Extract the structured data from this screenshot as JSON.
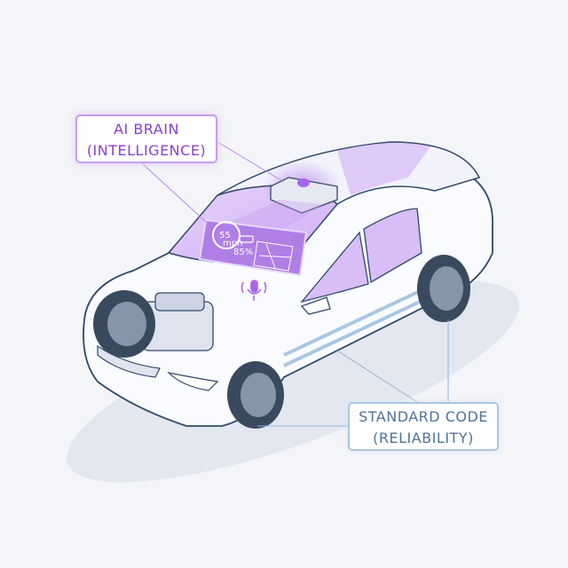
{
  "labels": {
    "ai_brain": {
      "line1": "AI BRAIN",
      "line2": "(INTELLIGENCE)"
    },
    "standard_code": {
      "line1": "STANDARD CODE",
      "line2": "(RELIABILITY)"
    }
  },
  "dashboard": {
    "speed": "55",
    "speed_unit": "mph",
    "battery": "85%"
  },
  "colors": {
    "accent_purple": "#a866e8",
    "accent_blue": "#8fb3d8",
    "car_outline": "#2f4a6a"
  }
}
